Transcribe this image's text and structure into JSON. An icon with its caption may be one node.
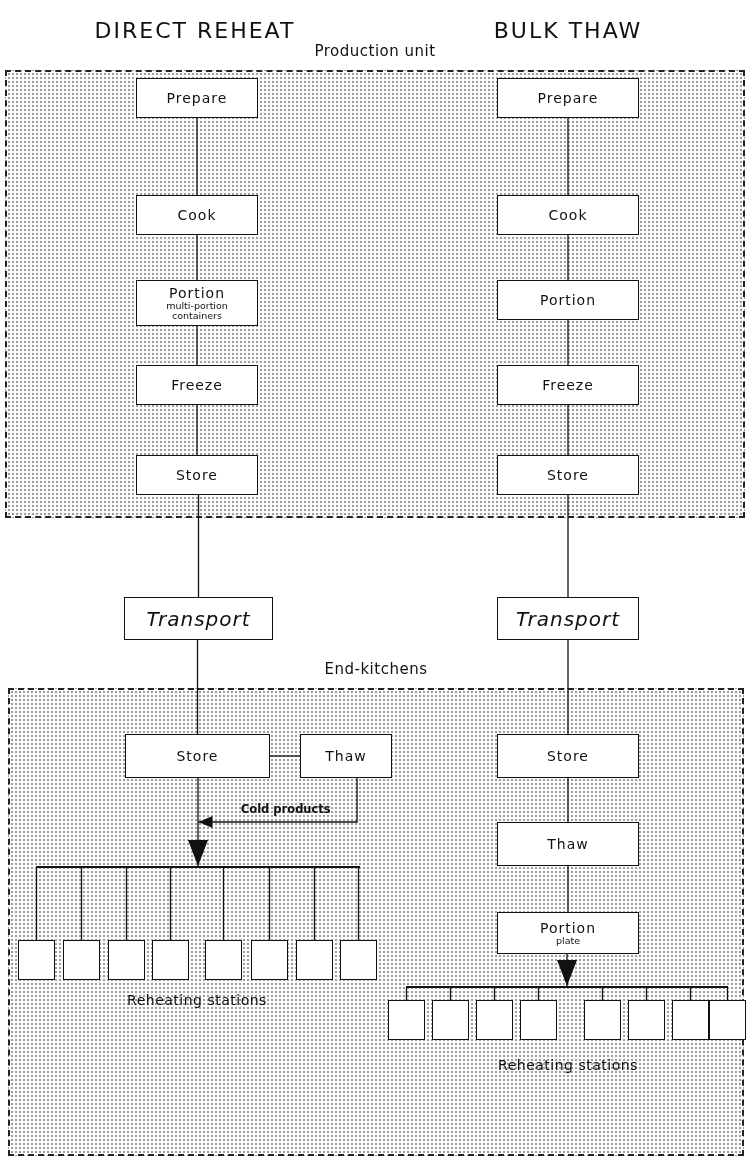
{
  "diagram": {
    "nodes": [
      {
        "text": [
          "Production unit"
        ]
      },
      {
        "text": [
          "Prepare"
        ],
        "in": 0
      },
      {
        "text": [
          "Cook"
        ],
        "in": 0
      },
      {
        "text": [
          "Portion",
          "multi-portion containers"
        ],
        "in": 0
      },
      {
        "text": [
          "Freeze"
        ],
        "in": 0
      },
      {
        "text": [
          "Store"
        ],
        "in": 0
      },
      {
        "text": [
          "Prepare"
        ],
        "in": 0
      },
      {
        "text": [
          "Cook"
        ],
        "in": 0
      },
      {
        "text": [
          "Portion"
        ],
        "in": 0
      },
      {
        "text": [
          "Freeze"
        ],
        "in": 0
      },
      {
        "text": [
          "Store"
        ],
        "in": 0
      },
      {
        "text": [
          "Transport"
        ]
      },
      {
        "text": [
          "Transport"
        ]
      },
      {
        "text": [
          "End-kitchens"
        ]
      },
      {
        "text": [
          "Store"
        ],
        "in": 13
      },
      {
        "text": [
          "Thaw"
        ],
        "in": 13
      },
      {
        "text": [
          "Store"
        ],
        "in": 13
      },
      {
        "text": [
          "Thaw"
        ],
        "in": 13
      },
      {
        "text": [
          "Portion",
          "plate"
        ],
        "in": 13
      },
      {
        "text": [],
        "shape": "bar",
        "in": 13
      },
      {
        "text": [],
        "shape": "box",
        "in": 13
      },
      {
        "text": [],
        "shape": "box",
        "in": 13
      },
      {
        "text": [],
        "shape": "box",
        "in": 13
      },
      {
        "text": [],
        "shape": "box",
        "in": 13
      },
      {
        "text": [],
        "shape": "box",
        "in": 13
      },
      {
        "text": [],
        "shape": "box",
        "in": 13
      },
      {
        "text": [],
        "shape": "box",
        "in": 13
      },
      {
        "text": [],
        "shape": "box",
        "in": 13
      },
      {
        "text": [],
        "shape": "bar",
        "in": 13
      },
      {
        "text": [],
        "shape": "box",
        "in": 13
      },
      {
        "text": [],
        "shape": "box",
        "in": 13
      },
      {
        "text": [],
        "shape": "box",
        "in": 13
      },
      {
        "text": [],
        "shape": "box",
        "in": 13
      },
      {
        "text": [],
        "shape": "box",
        "in": 13
      },
      {
        "text": [],
        "shape": "box",
        "in": 13
      },
      {
        "text": [],
        "shape": "box",
        "in": 13
      },
      {
        "text": [],
        "shape": "box",
        "in": 13
      }
    ],
    "edges": [
      {
        "from": 1,
        "to": 2,
        "arrow": "none"
      },
      {
        "from": 2,
        "to": 3,
        "arrow": "none"
      },
      {
        "from": 3,
        "to": 4,
        "arrow": "none"
      },
      {
        "from": 4,
        "to": 5,
        "arrow": "none"
      },
      {
        "from": 5,
        "to": 11,
        "arrow": "none"
      },
      {
        "from": 11,
        "to": 14,
        "arrow": "none"
      },
      {
        "from": 14,
        "to": 15,
        "arrow": "none"
      },
      {
        "from": 15,
        "to": null,
        "arrow": "to",
        "label": "Cold products"
      },
      {
        "from": 14,
        "to": 19,
        "arrow": "to"
      },
      {
        "from": 19,
        "to": 20,
        "arrow": "none"
      },
      {
        "from": 19,
        "to": 21,
        "arrow": "none"
      },
      {
        "from": 19,
        "to": 22,
        "arrow": "none"
      },
      {
        "from": 19,
        "to": 23,
        "arrow": "none"
      },
      {
        "from": 19,
        "to": 24,
        "arrow": "none"
      },
      {
        "from": 19,
        "to": 25,
        "arrow": "none"
      },
      {
        "from": 19,
        "to": 26,
        "arrow": "none"
      },
      {
        "from": 19,
        "to": 27,
        "arrow": "none"
      },
      {
        "from": 6,
        "to": 7,
        "arrow": "none"
      },
      {
        "from": 7,
        "to": 8,
        "arrow": "none"
      },
      {
        "from": 8,
        "to": 9,
        "arrow": "none"
      },
      {
        "from": 9,
        "to": 10,
        "arrow": "none"
      },
      {
        "from": 10,
        "to": 12,
        "arrow": "none"
      },
      {
        "from": 12,
        "to": 16,
        "arrow": "none"
      },
      {
        "from": 16,
        "to": 17,
        "arrow": "none"
      },
      {
        "from": 17,
        "to": 18,
        "arrow": "none"
      },
      {
        "from": 18,
        "to": 28,
        "arrow": "to"
      },
      {
        "from": 28,
        "to": 29,
        "arrow": "none"
      },
      {
        "from": 28,
        "to": 30,
        "arrow": "none"
      },
      {
        "from": 28,
        "to": 31,
        "arrow": "none"
      },
      {
        "from": 28,
        "to": 32,
        "arrow": "none"
      },
      {
        "from": 28,
        "to": 33,
        "arrow": "none"
      },
      {
        "from": 28,
        "to": 34,
        "arrow": "none"
      },
      {
        "from": 28,
        "to": 35,
        "arrow": "none"
      },
      {
        "from": 28,
        "to": 36,
        "arrow": "none"
      }
    ],
    "labels": [
      "DIRECT REHEAT",
      "BULK THAW",
      "Reheating stations",
      "Reheating stations"
    ]
  }
}
